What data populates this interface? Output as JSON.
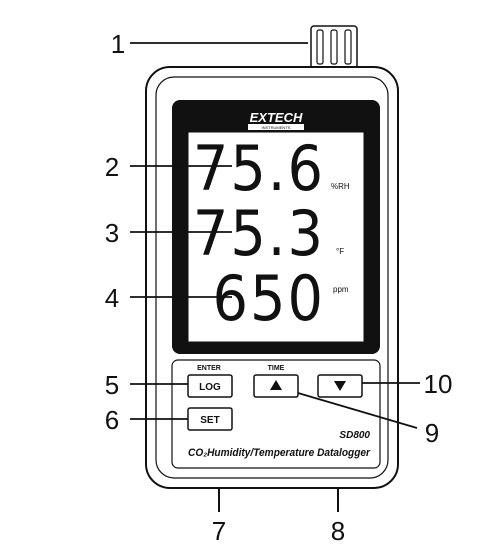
{
  "brand": {
    "name": "EXTECH",
    "subtitle": "INSTRUMENTS"
  },
  "display": {
    "humidity": {
      "value": "75.6",
      "unit": "%RH"
    },
    "temperature": {
      "value": "75.3",
      "unit": "°F"
    },
    "co2": {
      "value": "650",
      "unit": "ppm"
    }
  },
  "buttons": {
    "log": {
      "label": "LOG",
      "caption": "ENTER"
    },
    "up": {
      "caption": "TIME"
    },
    "set": {
      "label": "SET"
    }
  },
  "device": {
    "model": "SD800",
    "description": "CO₂Humidity/Temperature Datalogger"
  },
  "callouts": [
    "1",
    "2",
    "3",
    "4",
    "5",
    "6",
    "7",
    "8",
    "9",
    "10"
  ]
}
